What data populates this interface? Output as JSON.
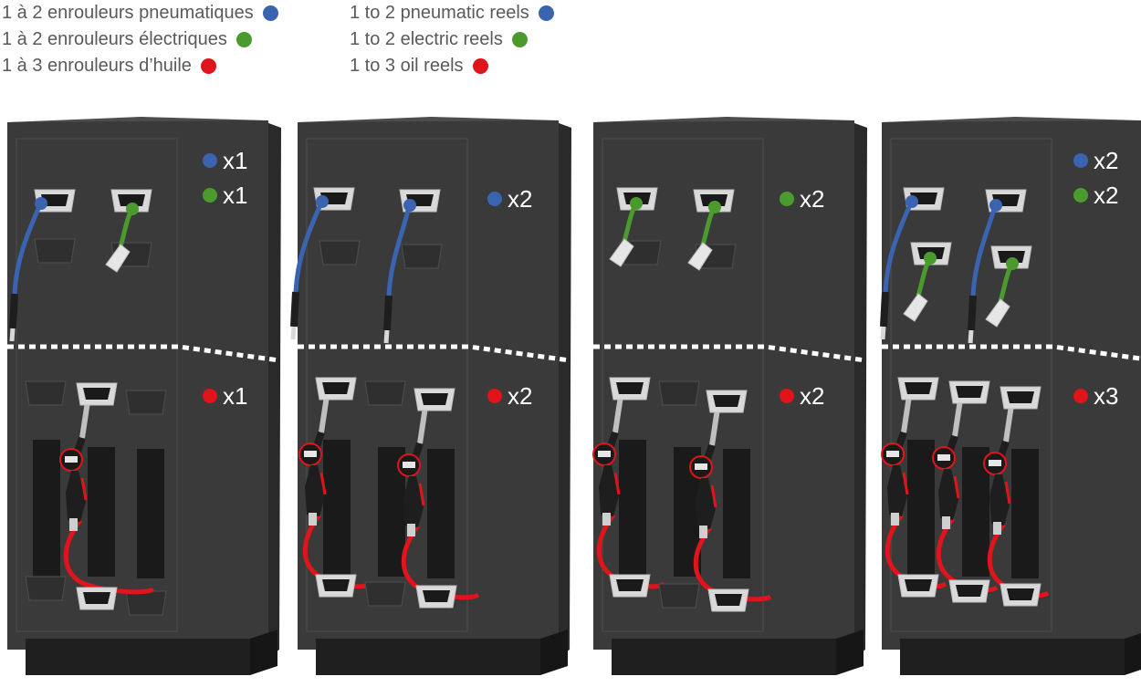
{
  "colors": {
    "pneumatic": "#3a64b0",
    "electric": "#4a9a2e",
    "oil": "#e0141b",
    "cabinet_front": "#3a3a3a",
    "cabinet_side": "#2a2a2a",
    "cabinet_top": "#4d4d4d"
  },
  "legend_fr": [
    {
      "label": "1 à 2 enrouleurs pneumatiques",
      "type": "pneumatic"
    },
    {
      "label": "1 à 2 enrouleurs électriques",
      "type": "electric"
    },
    {
      "label": "1 à 3 enrouleurs d’huile",
      "type": "oil"
    }
  ],
  "legend_en": [
    {
      "label": "1 to 2 pneumatic reels",
      "type": "pneumatic"
    },
    {
      "label": "1 to 2 electric reels",
      "type": "electric"
    },
    {
      "label": "1 to 3 oil reels",
      "type": "oil"
    }
  ],
  "cabinets": [
    {
      "upper": [
        {
          "type": "pneumatic",
          "count": "x1"
        },
        {
          "type": "electric",
          "count": "x1"
        }
      ],
      "lower": [
        {
          "type": "oil",
          "count": "x1"
        }
      ]
    },
    {
      "upper": [
        {
          "type": "pneumatic",
          "count": "x2"
        }
      ],
      "lower": [
        {
          "type": "oil",
          "count": "x2"
        }
      ]
    },
    {
      "upper": [
        {
          "type": "electric",
          "count": "x2"
        }
      ],
      "lower": [
        {
          "type": "oil",
          "count": "x2"
        }
      ]
    },
    {
      "upper": [
        {
          "type": "pneumatic",
          "count": "x2"
        },
        {
          "type": "electric",
          "count": "x2"
        }
      ],
      "lower": [
        {
          "type": "oil",
          "count": "x3"
        }
      ]
    }
  ]
}
